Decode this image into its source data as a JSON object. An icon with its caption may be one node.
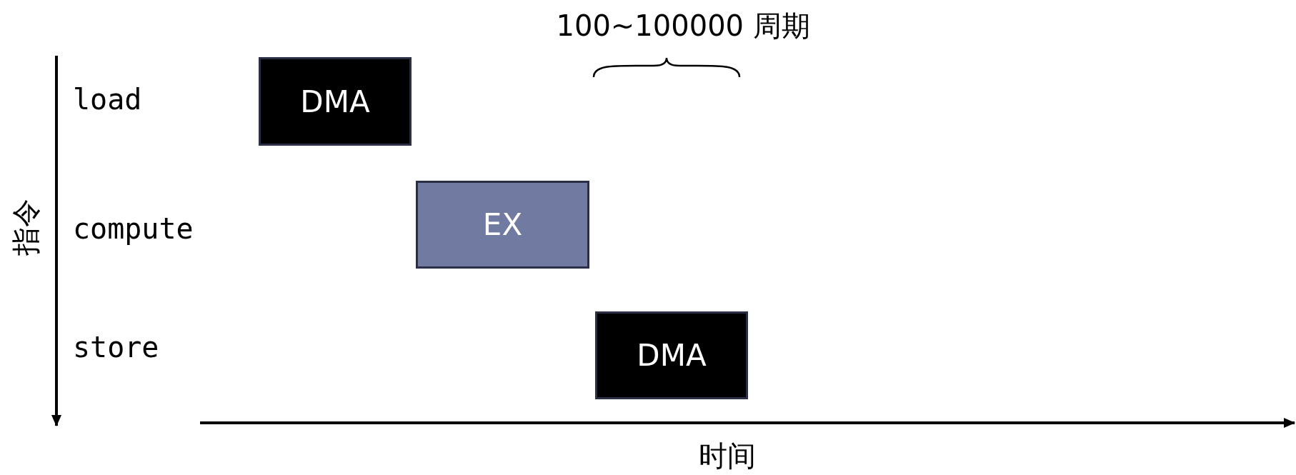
{
  "diagram": {
    "nodes": [
      {
        "text": [
          "DMA"
        ]
      },
      {
        "text": [
          "EX"
        ]
      },
      {
        "text": [
          "DMA"
        ]
      }
    ],
    "labels": [
      "100~100000 周期",
      "load",
      "compute",
      "store",
      "指令",
      "时间"
    ]
  }
}
